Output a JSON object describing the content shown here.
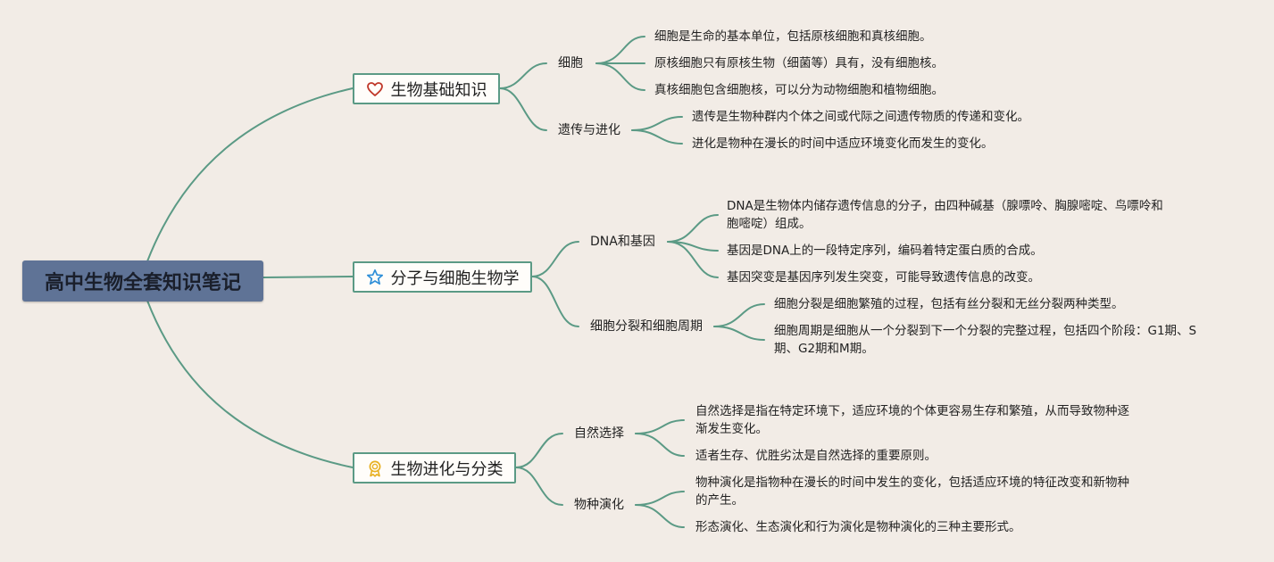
{
  "root": {
    "title": "高中生物全套知识笔记"
  },
  "branches": [
    {
      "title": "生物基础知识",
      "icon": "heart-icon",
      "children": [
        {
          "title": "细胞",
          "leaves": [
            "细胞是生命的基本单位，包括原核细胞和真核细胞。",
            "原核细胞只有原核生物（细菌等）具有，没有细胞核。",
            "真核细胞包含细胞核，可以分为动物细胞和植物细胞。"
          ]
        },
        {
          "title": "遗传与进化",
          "leaves": [
            "遗传是生物种群内个体之间或代际之间遗传物质的传递和变化。",
            "进化是物种在漫长的时间中适应环境变化而发生的变化。"
          ]
        }
      ]
    },
    {
      "title": "分子与细胞生物学",
      "icon": "star-icon",
      "children": [
        {
          "title": "DNA和基因",
          "leaves": [
            "DNA是生物体内储存遗传信息的分子，由四种碱基（腺嘌呤、胸腺嘧啶、鸟嘌呤和胞嘧啶）组成。",
            "基因是DNA上的一段特定序列，编码着特定蛋白质的合成。",
            "基因突变是基因序列发生突变，可能导致遗传信息的改变。"
          ]
        },
        {
          "title": "细胞分裂和细胞周期",
          "leaves": [
            "细胞分裂是细胞繁殖的过程，包括有丝分裂和无丝分裂两种类型。",
            "细胞周期是细胞从一个分裂到下一个分裂的完整过程，包括四个阶段：G1期、S期、G2期和M期。"
          ]
        }
      ]
    },
    {
      "title": "生物进化与分类",
      "icon": "award-ribbon-icon",
      "children": [
        {
          "title": "自然选择",
          "leaves": [
            "自然选择是指在特定环境下，适应环境的个体更容易生存和繁殖，从而导致物种逐渐发生变化。",
            "适者生存、优胜劣汰是自然选择的重要原则。"
          ]
        },
        {
          "title": "物种演化",
          "leaves": [
            "物种演化是指物种在漫长的时间中发生的变化，包括适应环境的特征改变和新物种的产生。",
            "形态演化、生态演化和行为演化是物种演化的三种主要形式。"
          ]
        }
      ]
    }
  ],
  "colors": {
    "background": "#f2ece6",
    "root_fill": "#5f7396",
    "edge": "#5b9a85",
    "heart_icon": "#c0392b",
    "star_icon": "#2f8fd8",
    "award_icon": "#e8b020"
  }
}
